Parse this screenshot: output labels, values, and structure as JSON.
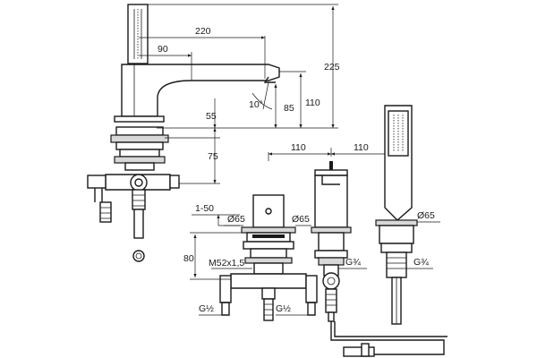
{
  "dimensions": {
    "d220": "220",
    "d90": "90",
    "d225": "225",
    "d110_height": "110",
    "d85": "85",
    "d10deg": "10°",
    "d55": "55",
    "d75": "75",
    "d110_spacing_a": "110",
    "d110_spacing_b": "110",
    "d1_50": "1-50",
    "d65_a": "Ø65",
    "d65_b": "Ø65",
    "d65_c": "Ø65",
    "d80": "80",
    "thread_m52": "M52x1,5",
    "thread_g34_a": "G¾",
    "thread_g34_b": "G¾",
    "thread_g12_a": "G½",
    "thread_g12_b": "G½"
  }
}
